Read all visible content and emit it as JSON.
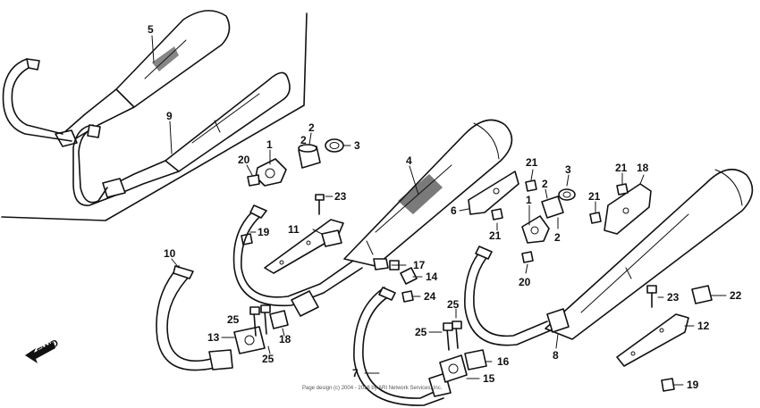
{
  "diagram": {
    "callouts": [
      "1",
      "2",
      "3",
      "4",
      "5",
      "6",
      "7",
      "8",
      "9",
      "10",
      "11",
      "12",
      "13",
      "14",
      "15",
      "16",
      "17",
      "18",
      "19",
      "20",
      "21",
      "22",
      "23",
      "24",
      "25"
    ],
    "forward_label": "FWD",
    "copyright": "Page design (c) 2004 - 2016 by ARI Network Services, Inc."
  }
}
